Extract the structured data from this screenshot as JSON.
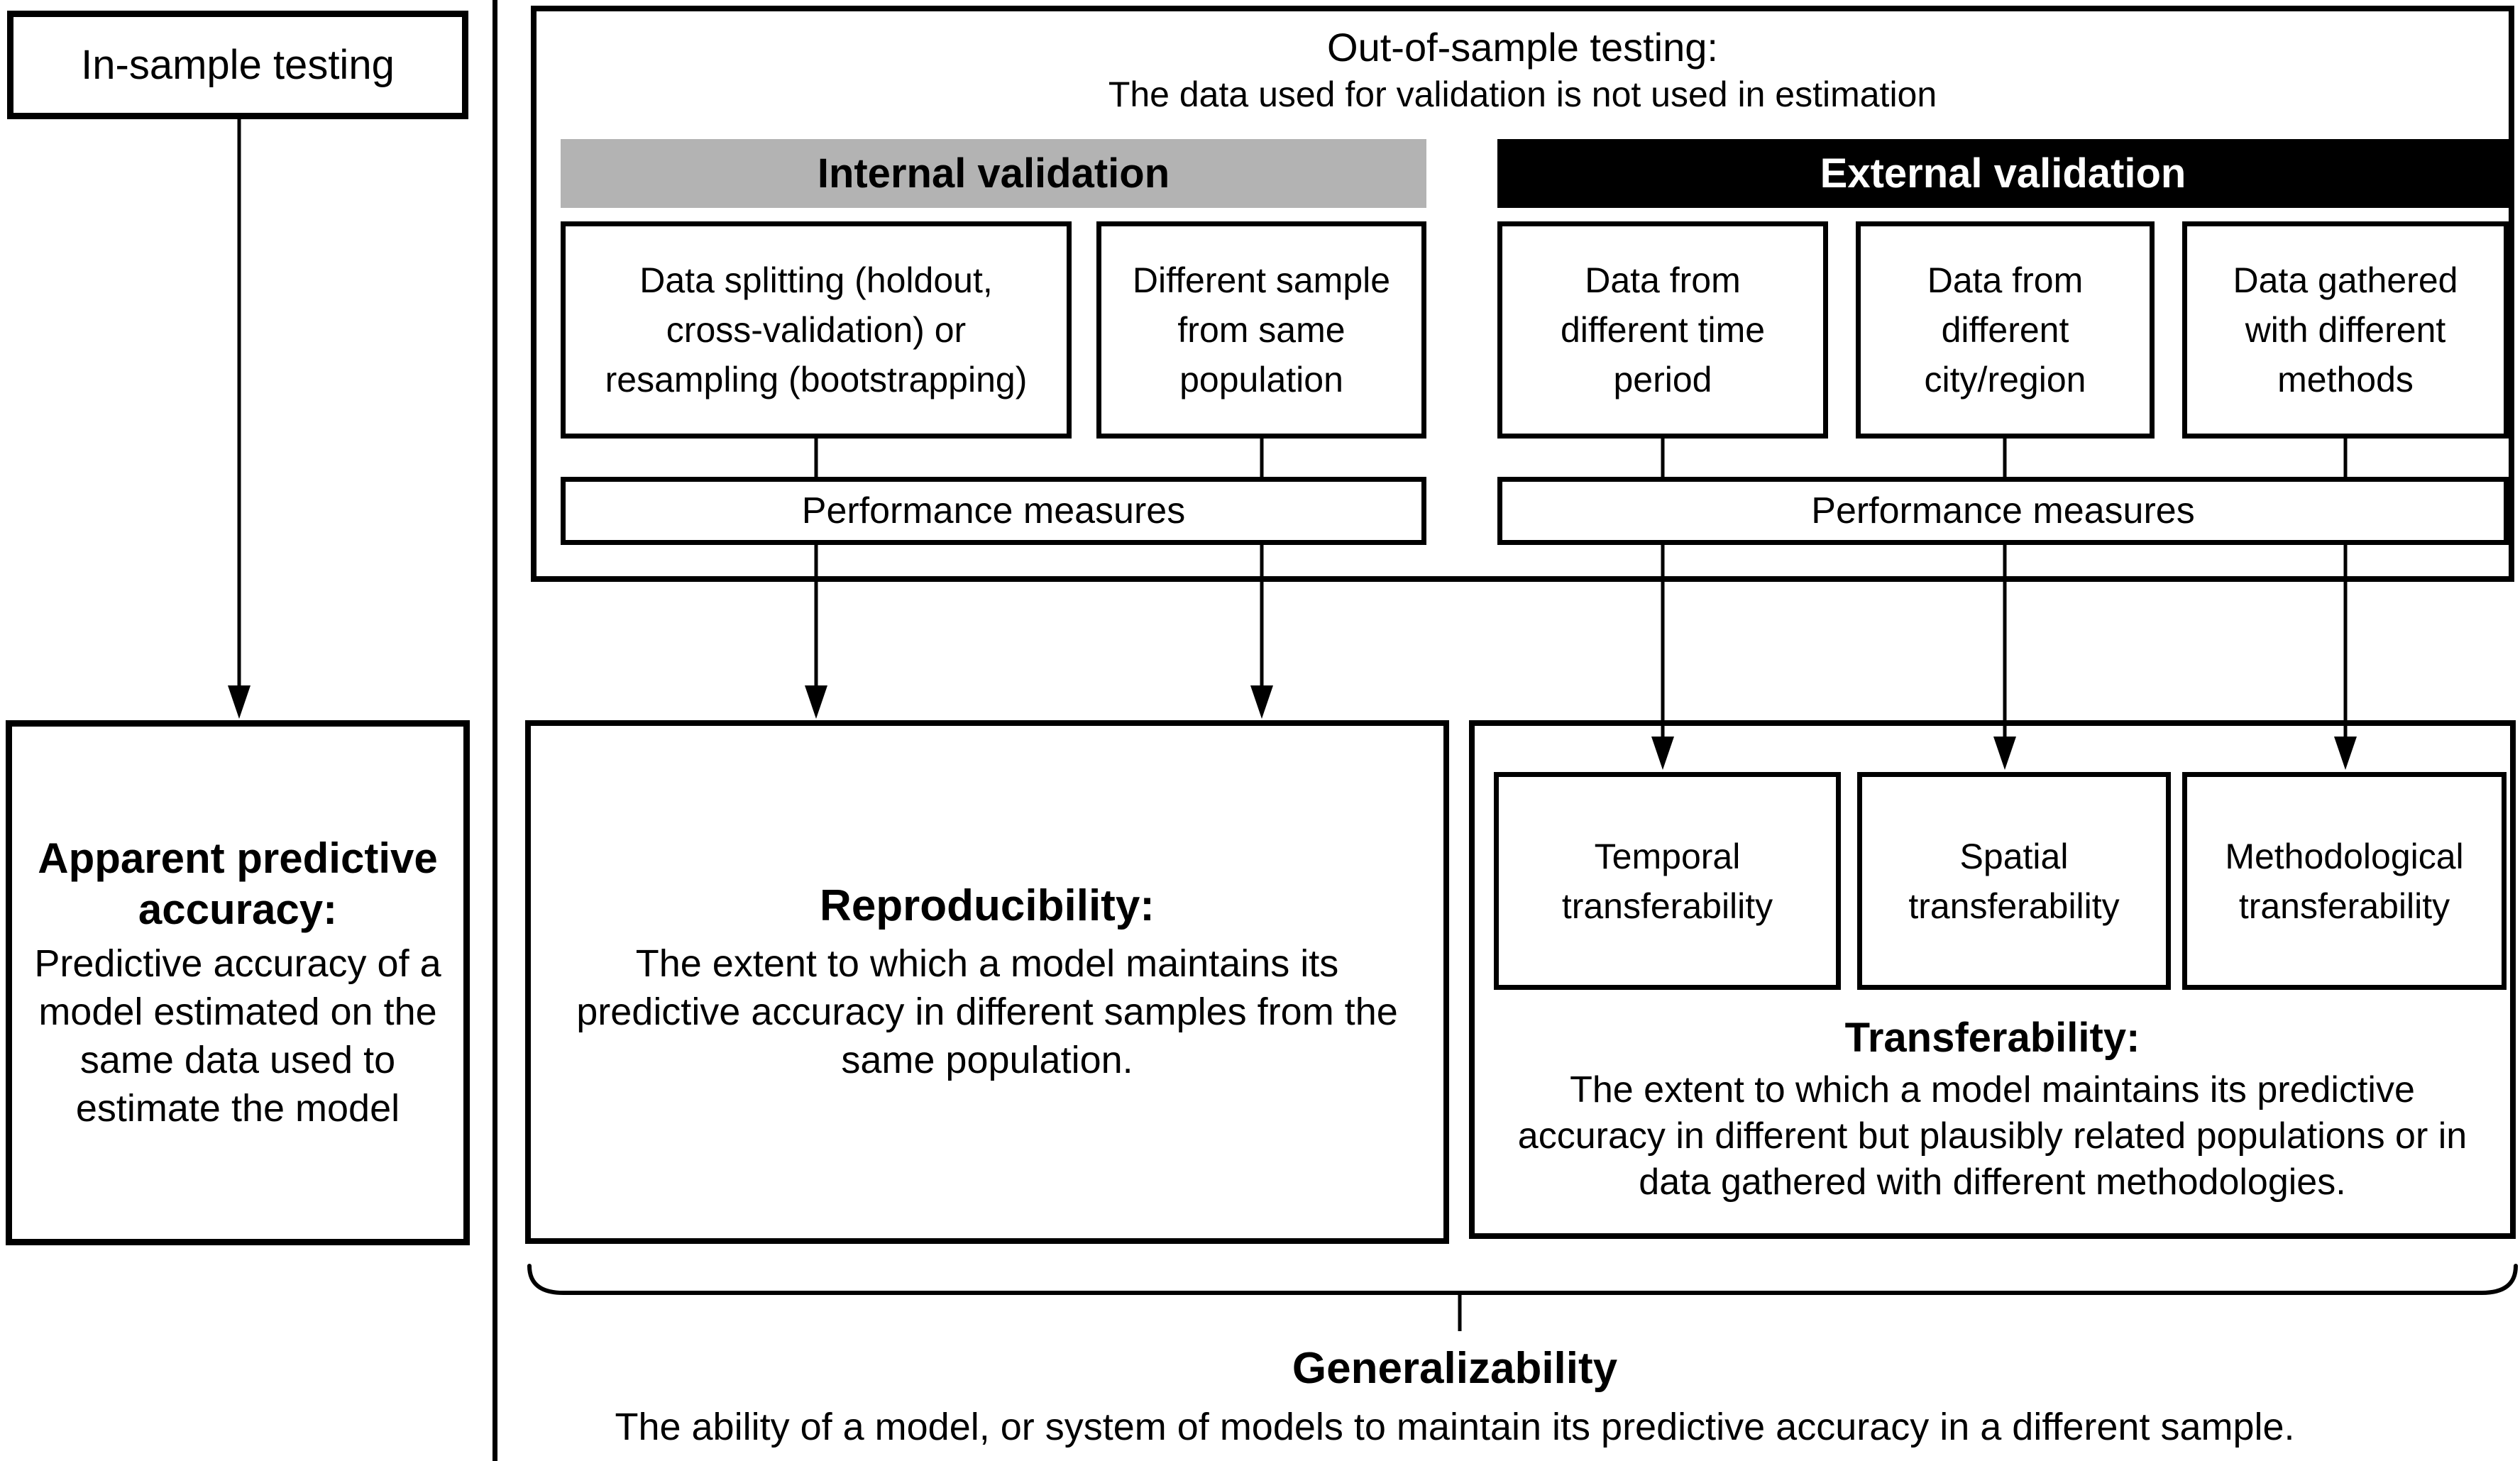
{
  "left_column": {
    "in_sample_label": "In-sample testing",
    "apparent_box": {
      "title": "Apparent predictive\naccuracy:",
      "body": "Predictive accuracy of a\nmodel estimated on the\nsame data used to\nestimate the model"
    }
  },
  "out_of_sample": {
    "title": "Out-of-sample testing:",
    "subtitle": "The data used for validation is not used in estimation",
    "internal": {
      "header": "Internal validation",
      "boxes": [
        "Data splitting (holdout,\ncross-validation) or\nresampling (bootstrapping)",
        "Different sample\nfrom same\npopulation"
      ],
      "performance_label": "Performance measures"
    },
    "external": {
      "header": "External validation",
      "boxes": [
        "Data from\ndifferent time\nperiod",
        "Data from\ndifferent\ncity/region",
        "Data gathered\nwith different\nmethods"
      ],
      "performance_label": "Performance measures"
    }
  },
  "outcomes": {
    "reproducibility": {
      "title": "Reproducibility:",
      "body": "The extent to which a model maintains its\npredictive accuracy in different samples from the\nsame population."
    },
    "transfer_boxes": [
      "Temporal\ntransferability",
      "Spatial\ntransferability",
      "Methodological\ntransferability"
    ],
    "transferability": {
      "title": "Transferability:",
      "body": "The extent to which a model maintains its predictive\naccuracy in different but plausibly related populations or in\ndata gathered with different methodologies."
    }
  },
  "generalizability": {
    "title": "Generalizability",
    "body": "The ability of a model, or system of models to maintain its predictive accuracy in a different sample."
  },
  "colors": {
    "internal_header_bg": "#b3b3b3",
    "external_header_bg": "#000000",
    "external_header_text": "#ffffff",
    "line_color": "#000000",
    "background": "#ffffff"
  }
}
